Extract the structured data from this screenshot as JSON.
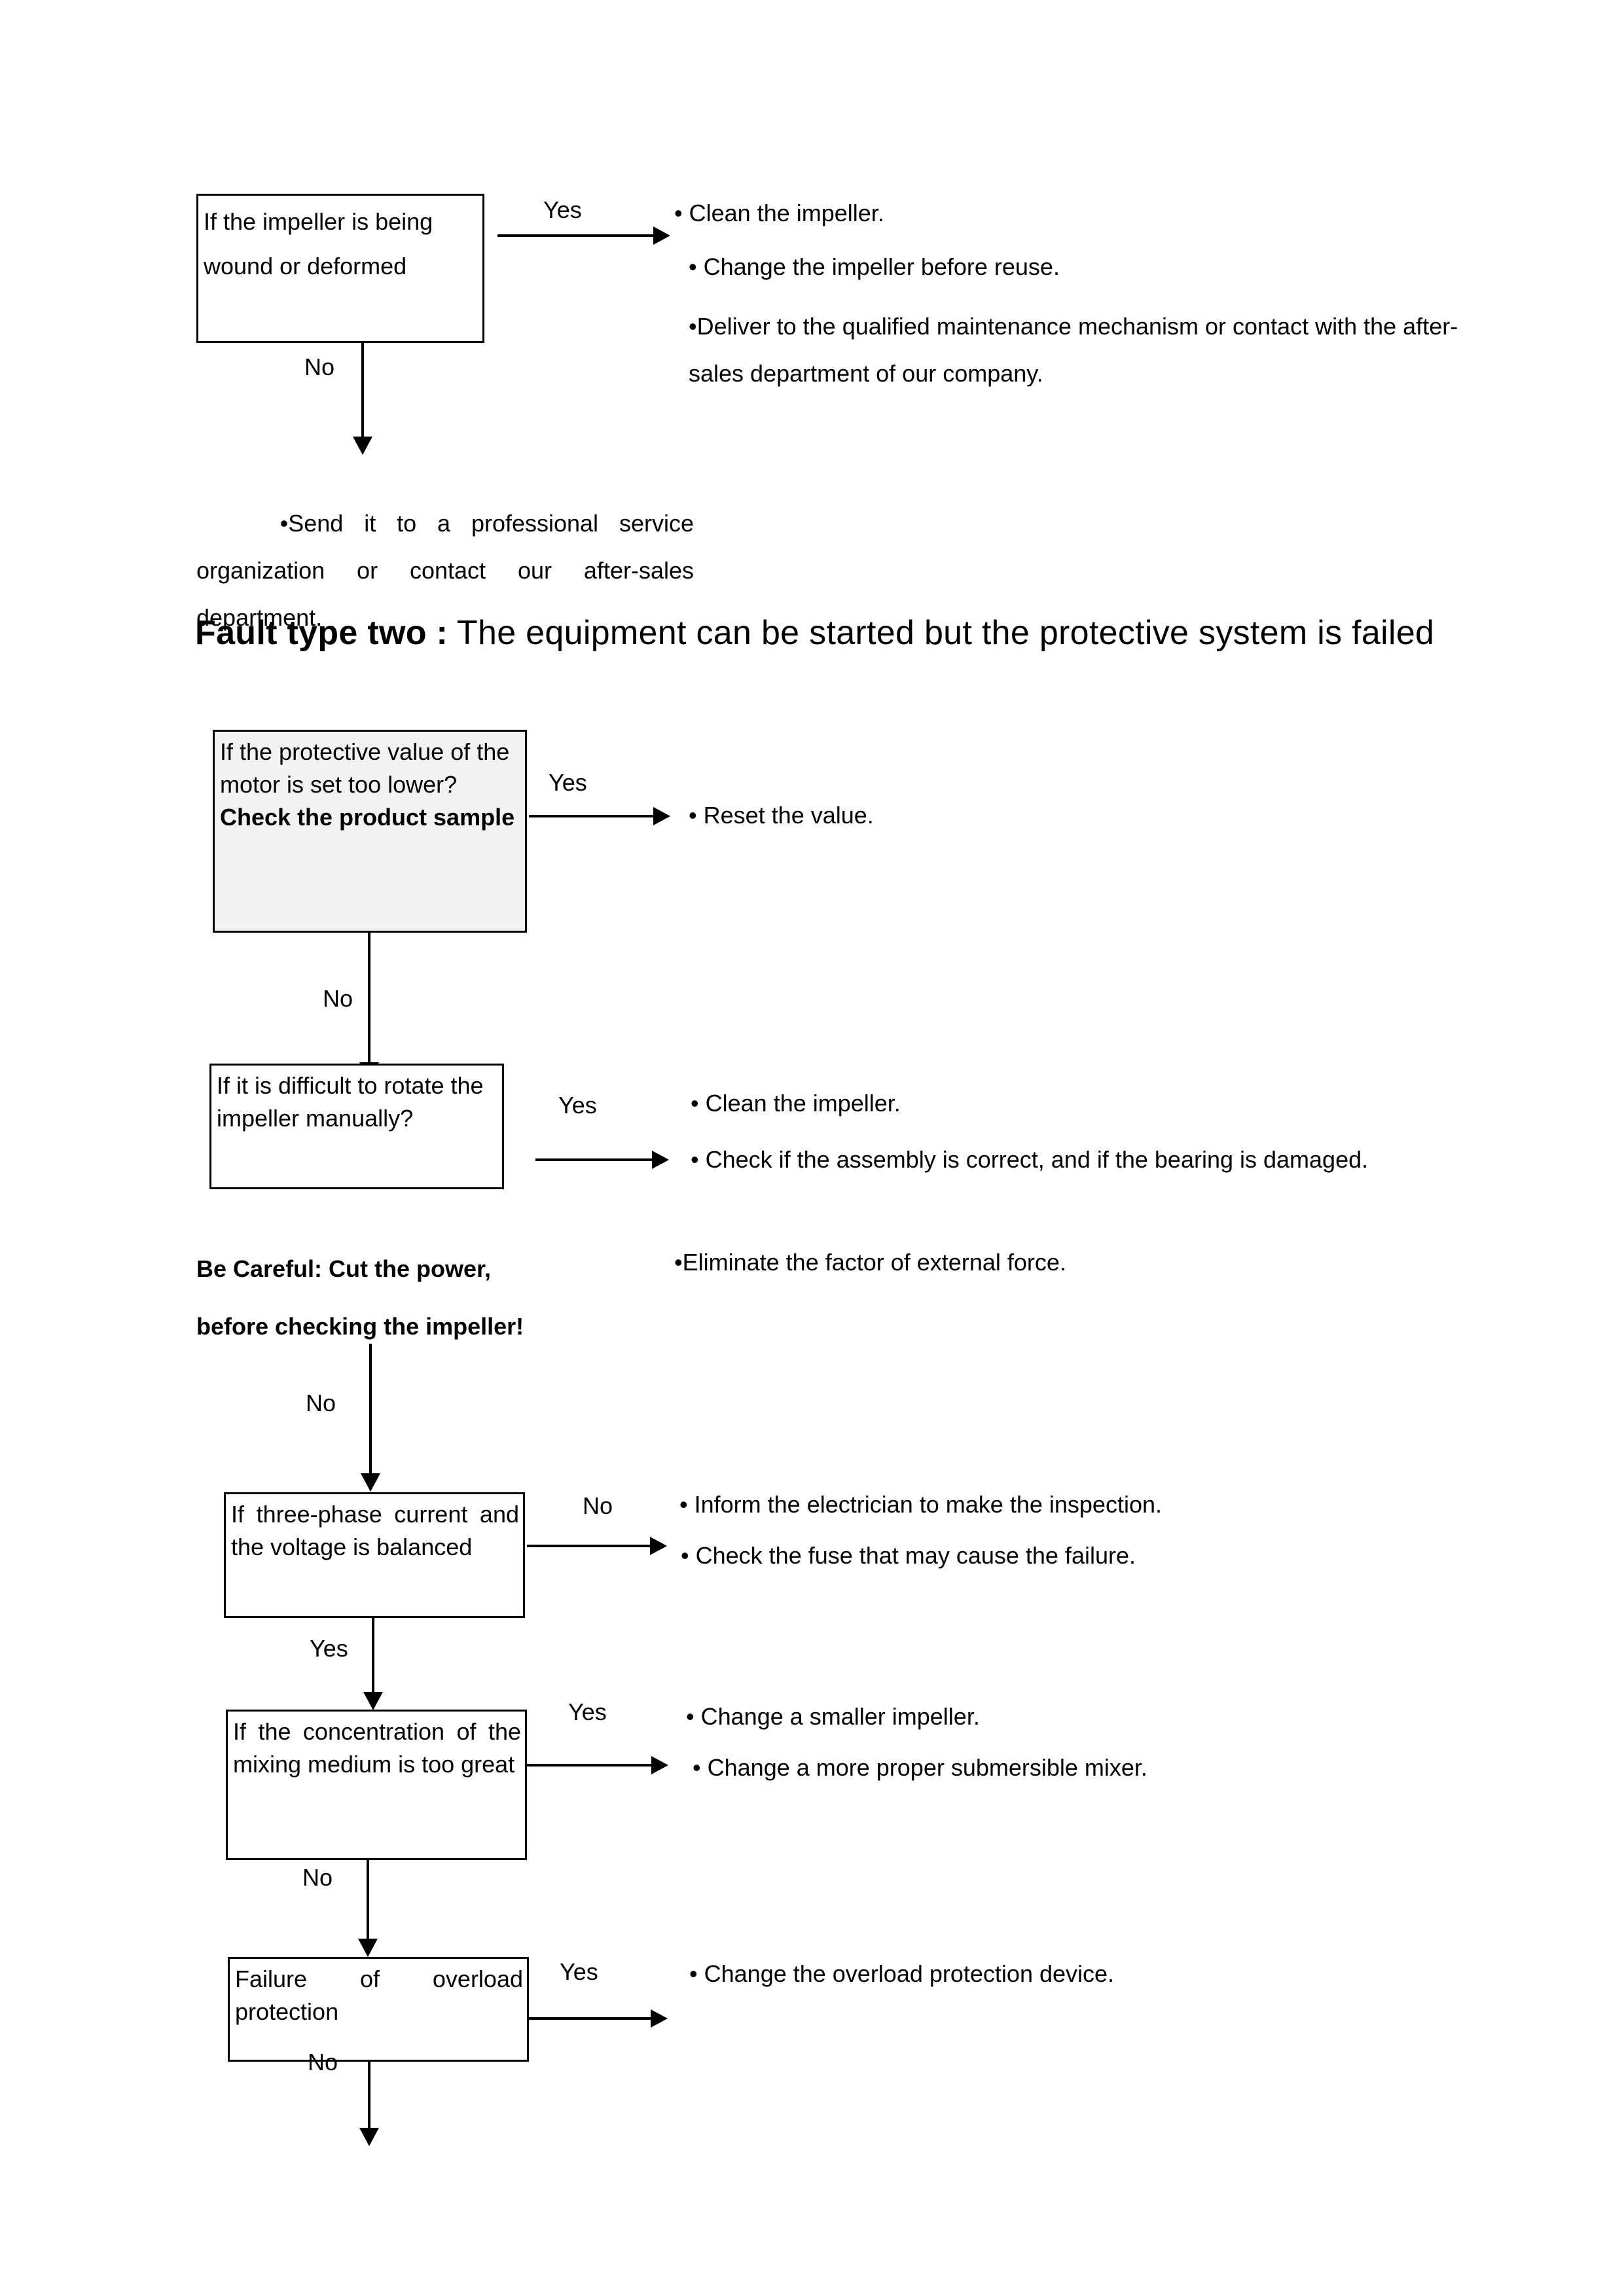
{
  "document": {
    "section_top": {
      "decision_box": {
        "line1": "If the impeller is being",
        "line2": "wound or deformed"
      },
      "yes_label": "Yes",
      "no_label": "No",
      "yes_actions": [
        "Clean the impeller.",
        "Change the impeller before reuse.",
        "Deliver to the qualified maintenance mechanism or contact with    the after-sales department of our company."
      ],
      "no_action": "Send it to a professional service organization or contact our after-sales department."
    },
    "fault_two": {
      "heading_bold": "Fault type two :",
      "heading_rest": " The equipment can be started but the protective system is failed",
      "steps": [
        {
          "box_text": "If the protective value of the motor is set too lower?",
          "box_text_bold": "Check the product sample",
          "branch_label": "Yes",
          "down_label": "No",
          "actions": [
            "Reset the value."
          ]
        },
        {
          "box_text": "If it is difficult to rotate the impeller manually?",
          "branch_label": "Yes",
          "down_label": "No",
          "actions": [
            "Clean the impeller.",
            "Check if the assembly is correct, and if the bearing is damaged.",
            "Eliminate the factor of external force."
          ],
          "warning_line1": "Be Careful: Cut the power,",
          "warning_line2": "before checking the impeller!"
        },
        {
          "box_text": "If three-phase current and the voltage is balanced",
          "branch_label": "No",
          "down_label": "Yes",
          "actions": [
            "Inform the electrician to make the inspection.",
            "Check the fuse that may cause the failure."
          ]
        },
        {
          "box_text": "If the concentration of the mixing medium is too great",
          "branch_label": "Yes",
          "down_label": "No",
          "actions": [
            "Change a smaller impeller.",
            "Change a more proper submersible mixer."
          ]
        },
        {
          "box_text": "Failure of overload protection",
          "branch_label": "Yes",
          "down_label": "No",
          "actions": [
            "Change the overload protection device."
          ]
        }
      ]
    },
    "colors": {
      "ink": "#000000",
      "page": "#ffffff",
      "box_shade": "#f2f2f2"
    }
  }
}
